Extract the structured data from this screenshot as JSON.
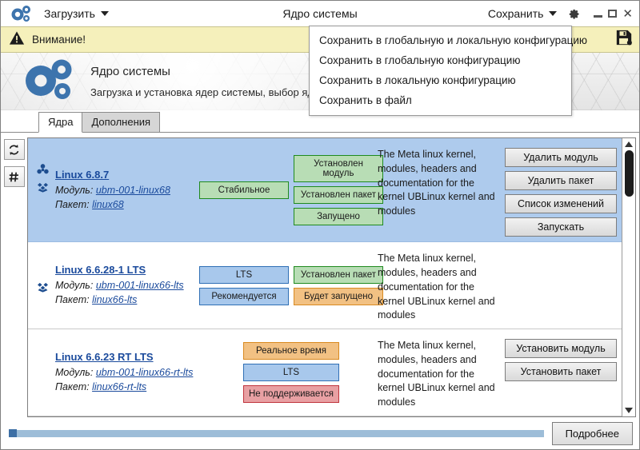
{
  "titlebar": {
    "logo_icon": "gears-icon",
    "load_menu_label": "Загрузить",
    "load_caret_icon": "chevron-down-icon",
    "title": "Ядро системы",
    "save_menu_label": "Сохранить",
    "save_caret_icon": "chevron-down-icon",
    "settings_icon": "gear-icon",
    "minimize_icon": "minimize-icon",
    "maximize_icon": "maximize-icon",
    "close_icon": "close-icon",
    "close_glyph": "✕"
  },
  "dropdown": {
    "items": [
      {
        "label": "Сохранить в глобальную и локальную конфигурацию"
      },
      {
        "label": "Сохранить в глобальную конфигурацию"
      },
      {
        "label": "Сохранить в локальную конфигурацию"
      },
      {
        "label": "Сохранить в файл"
      }
    ]
  },
  "warning": {
    "icon": "warning-triangle-icon",
    "text": "Внимание!",
    "save_icon": "floppy-save-icon",
    "bg": "#f5f0bb"
  },
  "banner": {
    "icon": "gears-icon",
    "title": "Ядро системы",
    "subtitle": "Загрузка и установка ядер системы, выбор ядра для загрузки по умолчанию"
  },
  "tabs": [
    {
      "label": "Ядра",
      "active": true
    },
    {
      "label": "Дополнения",
      "active": false
    }
  ],
  "sidetools": [
    {
      "icon": "refresh-icon",
      "glyph": "refresh"
    },
    {
      "icon": "hash-icon",
      "glyph": "#"
    }
  ],
  "labels": {
    "module_prefix": "Модуль:",
    "package_prefix": "Пакет:"
  },
  "kernels": [
    {
      "selected": true,
      "name": "Linux 6.8.7",
      "module": "ubm-001-linux68",
      "package": "linux68",
      "has_module_icon": true,
      "has_package_icon": true,
      "badges_left": [
        {
          "text": "Стабильное",
          "color": "green"
        }
      ],
      "badges_right": [
        {
          "text": "Установлен модуль",
          "color": "green"
        },
        {
          "text": "Установлен пакет",
          "color": "green"
        },
        {
          "text": "Запущено",
          "color": "green"
        }
      ],
      "description": "The Meta linux kernel, modules, headers and documentation for the kernel UBLinux kernel and modules",
      "actions": [
        {
          "label": "Удалить модуль"
        },
        {
          "label": "Удалить пакет"
        },
        {
          "label": "Список изменений"
        },
        {
          "label": "Запускать"
        }
      ]
    },
    {
      "selected": false,
      "name": "Linux 6.6.28-1 LTS",
      "module": "ubm-001-linux66-lts",
      "package": "linux66-lts",
      "has_module_icon": false,
      "has_package_icon": true,
      "badges_left": [
        {
          "text": "LTS",
          "color": "blue"
        },
        {
          "text": "Рекомендуется",
          "color": "blue"
        }
      ],
      "badges_right": [
        {
          "text": "Установлен пакет",
          "color": "green"
        },
        {
          "text": "Будет запущено",
          "color": "orange"
        }
      ],
      "description": "The Meta linux kernel, modules, headers and documentation for the kernel UBLinux kernel and modules",
      "actions": []
    },
    {
      "selected": false,
      "name": "Linux 6.6.23 RT LTS",
      "module": "ubm-001-linux66-rt-lts",
      "package": "linux66-rt-lts",
      "has_module_icon": false,
      "has_package_icon": false,
      "badges_left": [
        {
          "text": "Реальное время",
          "color": "orange"
        },
        {
          "text": "LTS",
          "color": "blue"
        },
        {
          "text": "Не поддерживается",
          "color": "red"
        }
      ],
      "badges_right": [],
      "description": "The Meta linux kernel, modules, headers and documentation for the kernel UBLinux kernel and modules",
      "actions": [
        {
          "label": "Установить модуль"
        },
        {
          "label": "Установить пакет"
        }
      ]
    }
  ],
  "scrollbar": {
    "up_icon": "scroll-up-arrow-icon",
    "down_icon": "scroll-down-arrow-icon",
    "thumb_icon": "scroll-thumb"
  },
  "footer": {
    "slider_value": 0,
    "details_label": "Подробнее"
  }
}
